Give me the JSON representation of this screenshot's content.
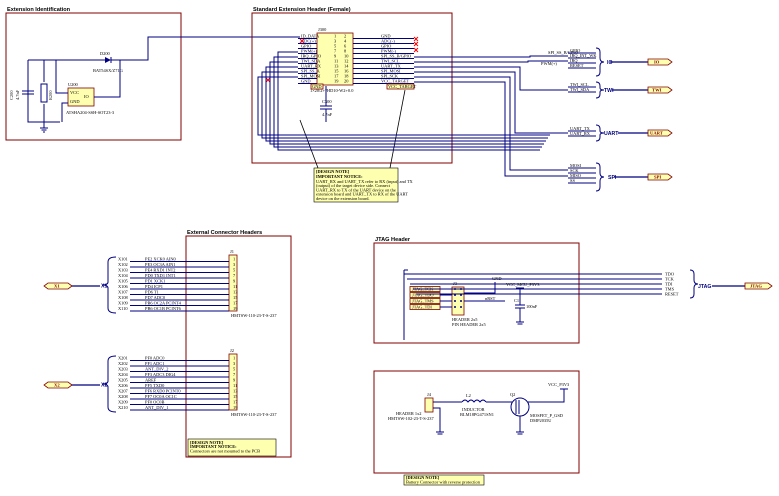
{
  "sections": {
    "ext_id": "Extension Identification",
    "std_header": "Standard Extension Header (Female)",
    "ext_conn": "External Connector Headers",
    "jtag": "JTAG Header"
  },
  "ext_id": {
    "diode_ref": "D200",
    "diode_part": "BAT54SX/Z71G",
    "ic_ref": "U200",
    "ic_part": "ATSHA204-SSH-SOT23-3",
    "pin_vcc": "VCC",
    "pin_io": "IO",
    "pin_gnd": "GND",
    "cap_ref": "C200",
    "cap_val": "4.7nF",
    "res_ref": "R200",
    "res_val": "10k"
  },
  "j300": {
    "ref": "J300",
    "part": "1×20/2+?HD10-W2+0.0",
    "cap_ref": "C300",
    "cap_val": "4.7nF",
    "left_signals": [
      "ID_DATA",
      "ADC(+)",
      "GPIO",
      "PWM(+)",
      "IRQ_GPIO",
      "TWI_SDA",
      "UART_RX",
      "SPI_SS_A",
      "SPI_MOSI",
      "GND"
    ],
    "right_signals": [
      "GND",
      "ADC(-)",
      "GPIO",
      "PWM(-)",
      "SPI_SS_B/GPIO",
      "TWI_SCL",
      "UART_TX",
      "SPI_MOSI",
      "SPI_SCK",
      "VCC_TARGET"
    ],
    "left_pins": [
      "1",
      "3",
      "5",
      "7",
      "9",
      "11",
      "13",
      "15",
      "17",
      "19"
    ],
    "right_pins": [
      "2",
      "4",
      "6",
      "8",
      "10",
      "12",
      "14",
      "16",
      "18",
      "20"
    ],
    "gnd_label": "GND",
    "vcc_label": "VCC_TARGET"
  },
  "note1": {
    "title": "[DESIGN NOTE]",
    "sub": "IMPORTANT NOTICE:",
    "body": "UART_RX and UART_TX refer to RX (input) and TX (output) of the target device side. Connect UART_RX to TX of the UART device on the extension board and UART_TX to RX of the UART device on the extension board."
  },
  "buses": {
    "io": {
      "signals": [
        "GPIO",
        "IRQ_INT_WK",
        "IRQ",
        "RESET"
      ],
      "extra": "SPI_SS_B/GPIO",
      "pwm": "PWM(+)",
      "label": "IO",
      "port": "IO"
    },
    "twi": {
      "signals": [
        "TWI_SCL",
        "TWI_SDA"
      ],
      "label": "TWI",
      "port": "TWI"
    },
    "uart": {
      "signals": [
        "UART_TX",
        "UART_RX"
      ],
      "label": "UART",
      "port": "UART"
    },
    "spi": {
      "signals": [
        "MOSI",
        "SCK",
        "MISO",
        "SS"
      ],
      "label": "SPI",
      "port": "SPI"
    }
  },
  "x1": {
    "label": "X1",
    "port": "X1",
    "nets": [
      "X101",
      "X102",
      "X103",
      "X104",
      "X105",
      "X106",
      "X107",
      "X108",
      "X109",
      "X110"
    ],
    "pins": [
      "PE2 XCK0 AIN0",
      "PE3 OC3A AIN1",
      "PE4 RXD1 INT2",
      "PD0 TXD1 INT1",
      "PD1 XCK1",
      "PD4 ICP1",
      "PD6 T1",
      "PD7 ADC0",
      "PB6 OC2A PCINT4",
      "PB6 OC1B PCINT6"
    ],
    "conn_ref": "J1",
    "conn_part": "HMTSW-110-23-T-S-237"
  },
  "x2": {
    "label": "X2",
    "port": "X2",
    "nets": [
      "X201",
      "X202",
      "X203",
      "X204",
      "X205",
      "X206",
      "X207",
      "X208",
      "X209",
      "X210"
    ],
    "pins": [
      "PF0 ADC0",
      "PF1 ADC1",
      "ANT_DIV_2",
      "PF3 ADC3 DIG4",
      "AREF",
      "PF5 TXD0",
      "PF6 RXD0 PCINT0",
      "PF7 OC0A OC1C",
      "PF0 OC0B",
      "ANT_DIV_1"
    ],
    "conn_ref": "J2",
    "conn_part": "HMTSW-110-23-T-S-237"
  },
  "note2": {
    "title": "[DESIGN NOTE]",
    "sub": "IMPORTANT NOTICE:",
    "body": "Connectors are not mounted to the PCB"
  },
  "jtag": {
    "signals": [
      "JTAG_TCK",
      "JTAG_TDO",
      "JTAG_TMS",
      "JTAG_TDI"
    ],
    "rst": "nRST",
    "vcc": "VCC_MCU_P3V3",
    "gnd": "GND",
    "cap_ref": "C1",
    "cap_val": "100nF",
    "hdr_ref": "J3",
    "hdr_label1": "HEADER 2x5",
    "hdr_label2": "PIN HEADER 2x5",
    "bus_signals": [
      "TDO",
      "TCK",
      "TDI",
      "TMS",
      "RESET"
    ],
    "bus_label": "JTAG",
    "port": "JTAG"
  },
  "power": {
    "hdr_ref": "J4",
    "hdr_label": "HEADER 1x2",
    "hdr_part": "HMTSW-102-23-T-S-237",
    "ind_ref": "L2",
    "ind_label": "INDUCTOR",
    "ind_part": "BLM18PG471SN1",
    "fet_ref": "Q2",
    "fet_label": "MOSFET_P_GSD",
    "fet_part": "DMP2035U",
    "vcc": "VCC_P3V3",
    "note_title": "[DESIGN NOTE]",
    "note_body": "Battery Connector with reverse protection"
  },
  "colors": {
    "frame": "#800000",
    "wire": "#000080",
    "note": "#ffffb0",
    "error": "#ff0000"
  }
}
